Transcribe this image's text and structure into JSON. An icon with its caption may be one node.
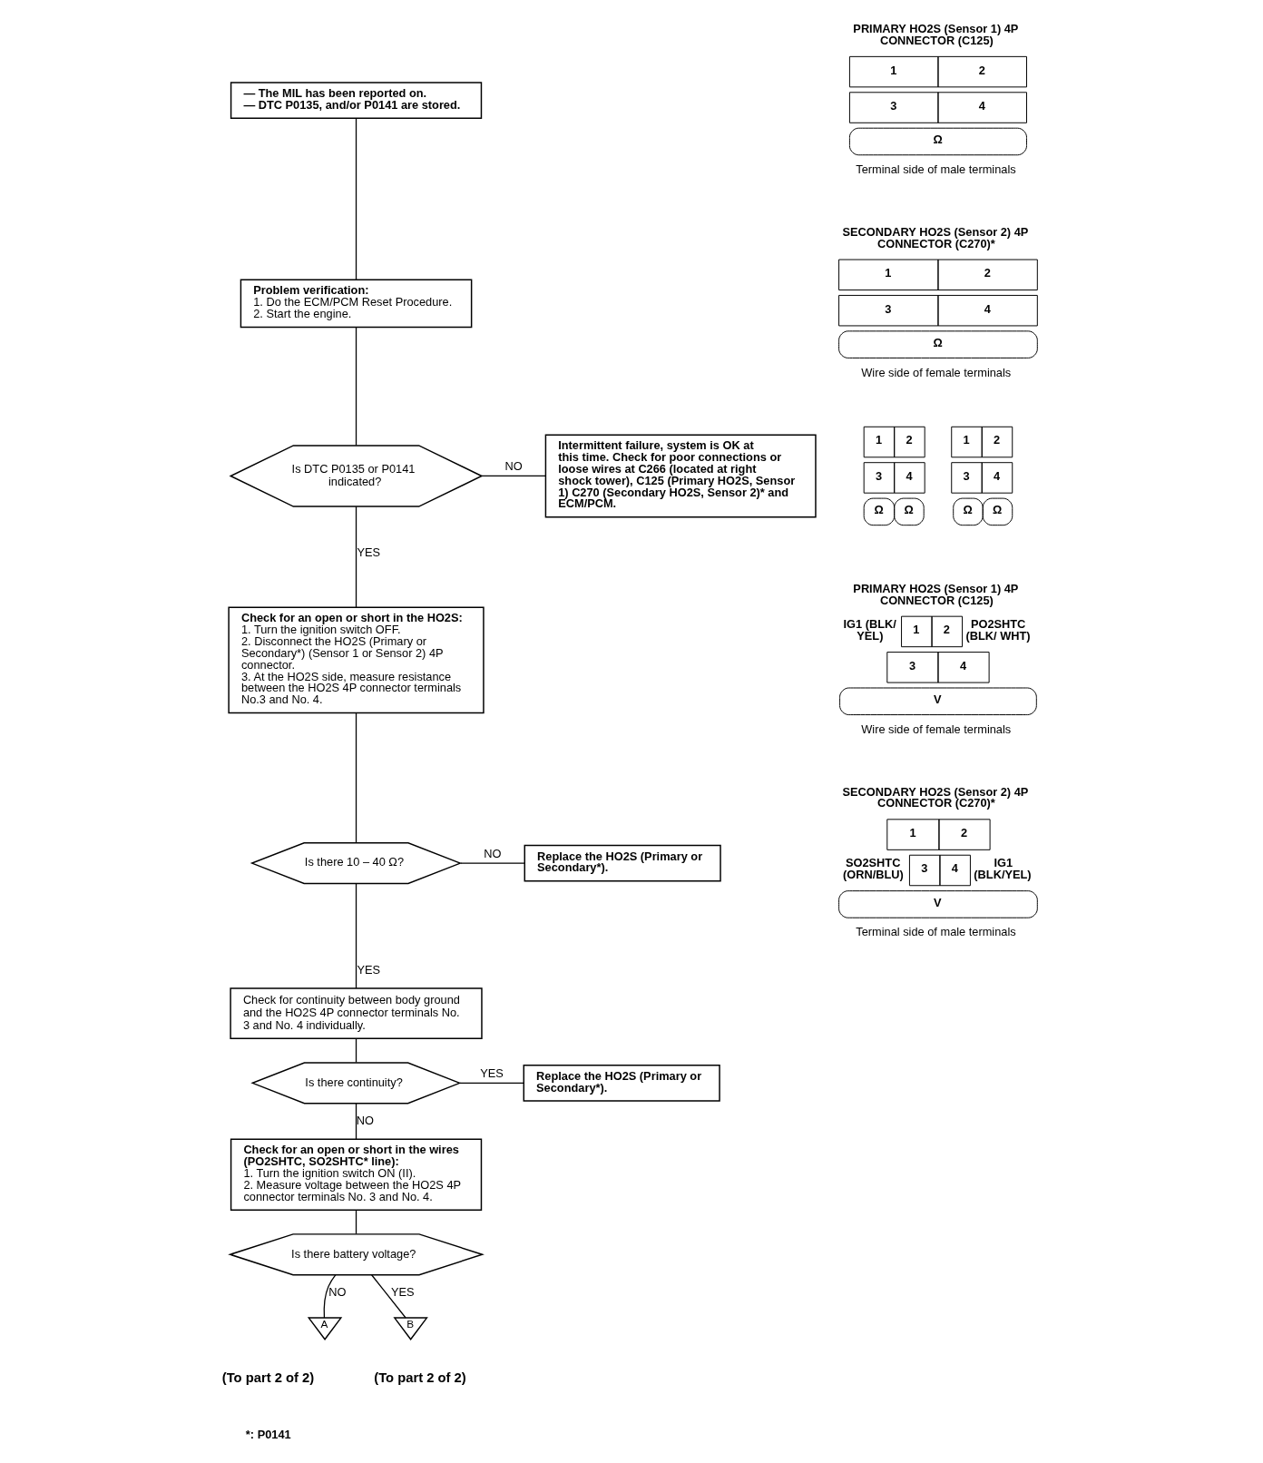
{
  "diagram": {
    "nodes": [
      {
        "text": [
          "— The MIL has been reported on.",
          "— DTC P0135, and/or P0141 are stored."
        ]
      },
      {
        "text": [
          "Problem verification:",
          "1. Do the ECM/PCM Reset Procedure.",
          "2. Start the engine."
        ]
      },
      {
        "text": [
          "Is DTC P0135 or P0141 indicated?"
        ]
      },
      {
        "text": [
          "Intermittent failure, system is OK at this time. Check for poor connections or loose wires at C266 (located at right shock tower), C125 (Primary HO2S, Sensor 1) C270 (Secondary HO2S, Sensor 2)* and ECM/PCM."
        ]
      },
      {
        "text": [
          "Check for an open or short in the HO2S:",
          "1. Turn the ignition switch OFF.",
          "2. Disconnect the HO2S (Primary or Secondary*) (Sensor 1 or Sensor 2) 4P connector.",
          "3. At the HO2S side, measure resistance between the HO2S 4P connector terminals No.3 and No. 4."
        ]
      },
      {
        "text": [
          "Is there 10 – 40 Ω?"
        ]
      },
      {
        "text": [
          "Replace the HO2S (Primary or Secondary*)."
        ]
      },
      {
        "text": [
          "Check for continuity between body ground and the HO2S 4P connector terminals No. 3 and No. 4 individually."
        ]
      },
      {
        "text": [
          "Is there continuity?"
        ]
      },
      {
        "text": [
          "Replace the HO2S (Primary or Secondary*)."
        ]
      },
      {
        "text": [
          "Check for an open or short in the wires (PO2SHTC, SO2SHTC* line):",
          "1. Turn the ignition switch ON (II).",
          "2. Measure voltage between the HO2S 4P connector terminals No. 3 and No. 4."
        ]
      },
      {
        "text": [
          "Is there battery voltage?"
        ]
      },
      {
        "text": [
          "A"
        ],
        "beside": [
          "(To part 2 of 2)"
        ]
      },
      {
        "text": [
          "B"
        ],
        "beside": [
          "(To part 2 of 2)"
        ]
      }
    ],
    "edges": [
      {
        "from": 0,
        "to": 1,
        "arrow": "none"
      },
      {
        "from": 1,
        "to": 2,
        "arrow": "none"
      },
      {
        "from": 2,
        "to": 3,
        "arrow": "none",
        "label": "NO"
      },
      {
        "from": 2,
        "to": 4,
        "arrow": "none",
        "label": "YES"
      },
      {
        "from": 4,
        "to": 5,
        "arrow": "none"
      },
      {
        "from": 5,
        "to": 6,
        "arrow": "none",
        "label": "NO"
      },
      {
        "from": 5,
        "to": 7,
        "arrow": "none",
        "label": "YES"
      },
      {
        "from": 7,
        "to": 8,
        "arrow": "none"
      },
      {
        "from": 8,
        "to": 9,
        "arrow": "none",
        "label": "YES"
      },
      {
        "from": 8,
        "to": 10,
        "arrow": "none",
        "label": "NO"
      },
      {
        "from": 10,
        "to": 11,
        "arrow": "none"
      },
      {
        "from": 11,
        "to": 12,
        "arrow": "none",
        "label": "NO"
      },
      {
        "from": 11,
        "to": 13,
        "arrow": "none",
        "label": "YES"
      }
    ],
    "labels": [
      "PRIMARY HO2S (Sensor 1) 4P CONNECTOR (C125)",
      "1",
      "2",
      "3",
      "4",
      "Ω",
      "Terminal side of male terminals",
      "SECONDARY HO2S (Sensor 2) 4P CONNECTOR (C270)*",
      "1",
      "2",
      "3",
      "4",
      "Ω",
      "Wire side of female terminals",
      "1",
      "2",
      "1",
      "2",
      "3",
      "4",
      "3",
      "4",
      "Ω",
      "Ω",
      "Ω",
      "Ω",
      "PRIMARY HO2S (Sensor 1) 4P CONNECTOR (C125)",
      "IG1 (BLK/ YEL)",
      "1",
      "2",
      "PO2SHTC (BLK/ WHT)",
      "3",
      "4",
      "V",
      "Wire side of female terminals",
      "SECONDARY HO2S (Sensor 2) 4P CONNECTOR (C270)*",
      "1",
      "2",
      "SO2SHTC (ORN/BLU)",
      "3",
      "4",
      "IG1 (BLK/YEL)",
      "V",
      "Terminal side of male terminals",
      "*: P0141"
    ]
  }
}
